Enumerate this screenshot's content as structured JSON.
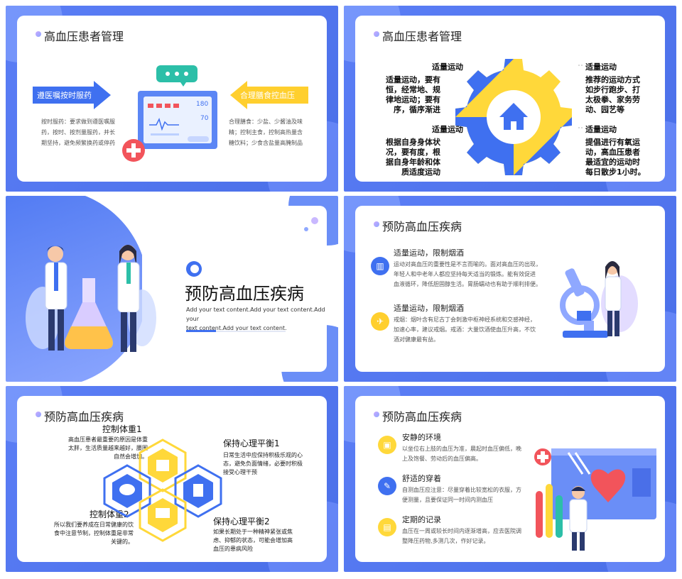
{
  "slide1": {
    "title": "高血压患者管理",
    "left_arrow_label": "遵医嘱按时服药",
    "left_text": [
      "按时服药：要求做到遵医嘱服",
      "药，按时、按剂量服药，并长",
      "期坚持，避免频繁换药或停药"
    ],
    "right_arrow_label": "合理膳食控血压",
    "right_text": [
      "合理膳食：少盐、少酱油及味",
      "精；控制主食，控制高热量含",
      "糖饮料；少食含盐量高腌制品"
    ],
    "monitor_values": [
      "180",
      "70"
    ]
  },
  "slide2": {
    "title": "高血压患者管理",
    "tl_head": "适量运动",
    "tl_text": [
      "适量运动，要有",
      "恒，经常地、规",
      "律地运动；要有",
      "序，循序渐进"
    ],
    "bl_head": "适量运动",
    "bl_text": [
      "根据自身身体状",
      "况，要有度，根",
      "据自身年龄和体",
      "质适度运动"
    ],
    "tr_head": "适量运动",
    "tr_text": [
      "推荐的运动方式",
      "如步行跑步、打",
      "太极拳、家务劳",
      "动、园艺等"
    ],
    "br_head": "适量运动",
    "br_text": [
      "提倡进行有氧运",
      "动，高血压患者",
      "最适宜的运动时",
      "每日散步1小时。"
    ]
  },
  "slide3": {
    "title": "预防高血压疾病",
    "subtitle": [
      "Add your text content.Add your text content.Add your",
      "text content.Add your text content."
    ]
  },
  "slide4": {
    "title": "预防高血压疾病",
    "row1_title": "适量运动，限制烟酒",
    "row1_text": [
      "运动对高血压的重要性是不言而喻的。面对高血压的出现，",
      "年轻人和中老年人都应坚持每天适当的锻炼。能有效促进",
      "血液循环，降低胆固醇生活。胃肠蠕动也有助于顺利排便。"
    ],
    "row2_title": "适量运动，限制烟酒",
    "row2_text": [
      "戒烟：烟叶含有尼古丁会刺激中枢神经系统和交感神经，",
      "加速心率，建议戒烟。戒酒：大量饮酒使血压升高，不饮",
      "酒对健康最有益。"
    ]
  },
  "slide5": {
    "title": "预防高血压疾病",
    "t1_head": "控制体重1",
    "t1_text": [
      "高血压患者最重要的原因是体重",
      "太胖，生活质量越来越好，腰围",
      "自然会增加。"
    ],
    "t2_head": "控制体重2",
    "t2_text": [
      "所以我们要养成在日常健康的饮",
      "食中注意节制，控制体重是非常",
      "关键的。"
    ],
    "t3_head": "保持心理平衡1",
    "t3_text": [
      "日常生活中应保持积极乐观的心",
      "态，避免负面情绪，必要时积极",
      "接受心理干预"
    ],
    "t4_head": "保持心理平衡2",
    "t4_text": [
      "如果长期处于一种精神紧张或焦",
      "虑、抑郁的状态，可能会增加高",
      "血压的患病风险"
    ]
  },
  "slide6": {
    "title": "预防高血压疾病",
    "row1_title": "安静的环境",
    "row1_text": [
      "以坐位右上肢的血压为准，晨起时血压偏低，晚",
      "上及饱餐、劳动后的血压偏高。"
    ],
    "row2_title": "舒适的穿着",
    "row2_text": [
      "自测血压应注意：尽量穿着比较宽松的衣服，方",
      "便测量，且要保证同一时间内测血压"
    ],
    "row3_title": "定期的记录",
    "row3_text": [
      "血压在一周或较长时间内逐渐增高，应去医院调",
      "整降压药物,多测几次，作好记录。"
    ]
  },
  "colors": {
    "blue": "#3f70f0",
    "yellow": "#ffcf2e",
    "teal": "#2cbfa8",
    "red": "#f2545b"
  }
}
